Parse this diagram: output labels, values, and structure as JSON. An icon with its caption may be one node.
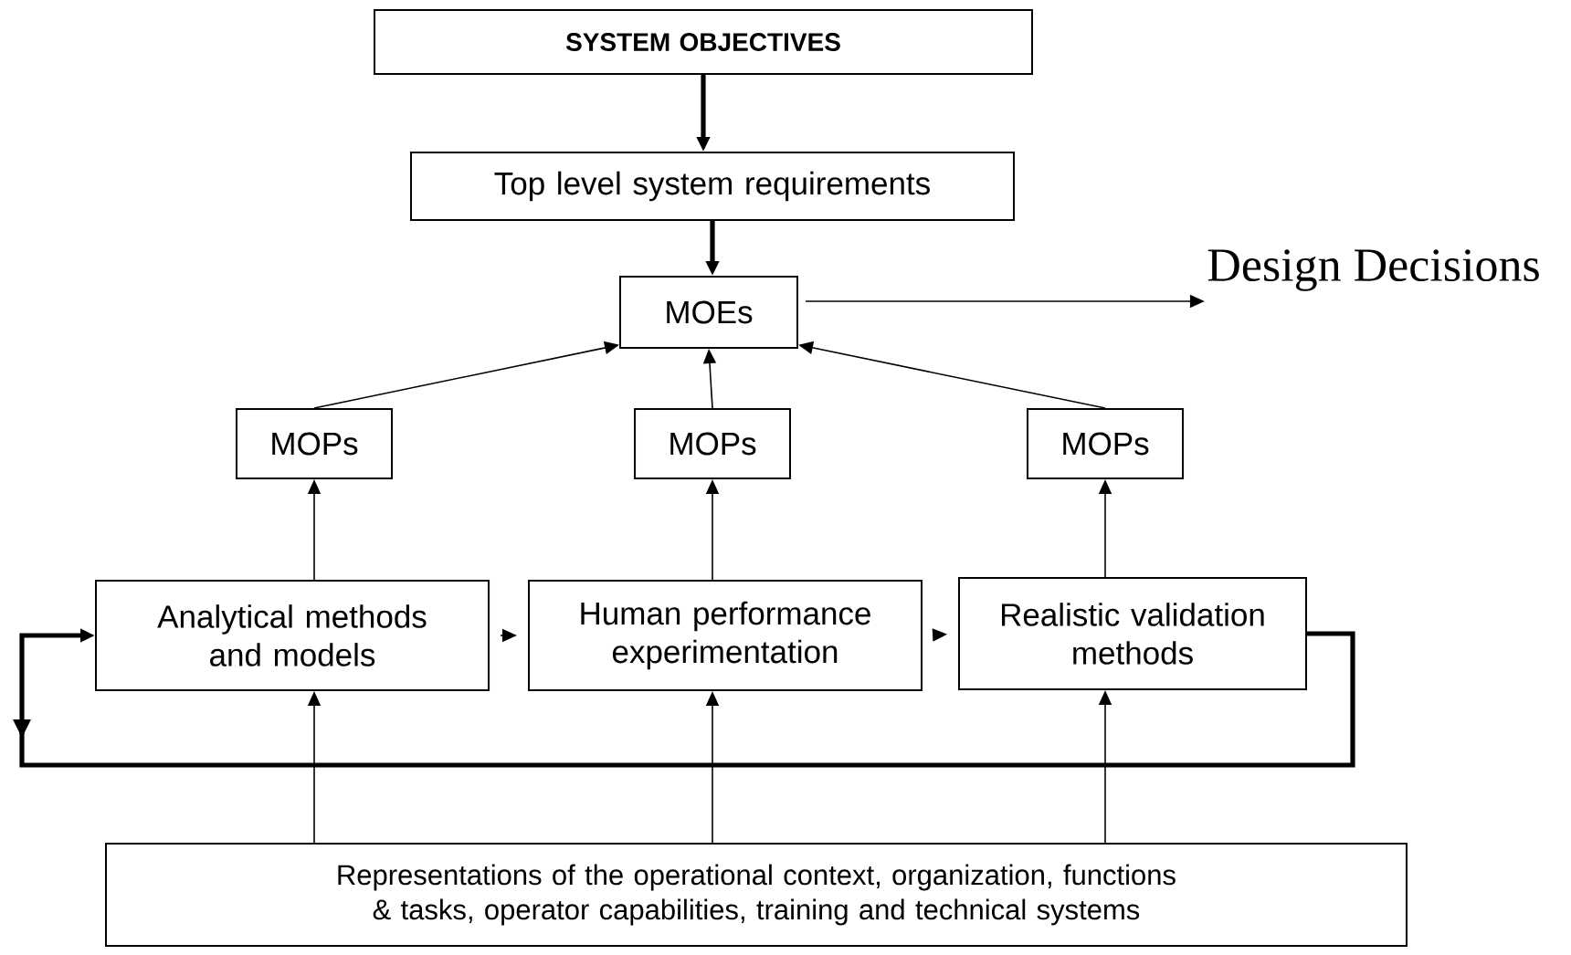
{
  "diagram": {
    "nodes": [
      {
        "text": [
          "SYSTEM OBJECTIVES"
        ]
      },
      {
        "text": [
          "Top level system requirements"
        ]
      },
      {
        "text": [
          "MOEs"
        ]
      },
      {
        "text": [
          "Design Decisions"
        ]
      },
      {
        "text": [
          "MOPs"
        ]
      },
      {
        "text": [
          "MOPs"
        ]
      },
      {
        "text": [
          "MOPs"
        ]
      },
      {
        "text": [
          "Analytical methods and models"
        ]
      },
      {
        "text": [
          "Human performance experimentation"
        ]
      },
      {
        "text": [
          "Realistic validation methods"
        ]
      },
      {
        "text": [
          "Representations of the operational context, organization, functions & tasks, operator capabilities, training and technical systems"
        ]
      }
    ],
    "edges": [
      {
        "from": 0,
        "to": 1,
        "arrow": "to",
        "style": "thick"
      },
      {
        "from": 1,
        "to": 2,
        "arrow": "to",
        "style": "thick"
      },
      {
        "from": 2,
        "to": 3,
        "arrow": "to"
      },
      {
        "from": 4,
        "to": 2,
        "arrow": "to"
      },
      {
        "from": 5,
        "to": 2,
        "arrow": "to"
      },
      {
        "from": 6,
        "to": 2,
        "arrow": "to"
      },
      {
        "from": 7,
        "to": 4,
        "arrow": "to"
      },
      {
        "from": 8,
        "to": 5,
        "arrow": "to"
      },
      {
        "from": 9,
        "to": 6,
        "arrow": "to"
      },
      {
        "from": 7,
        "to": 8,
        "arrow": "to"
      },
      {
        "from": 8,
        "to": 9,
        "arrow": "to"
      },
      {
        "from": 9,
        "to": 7,
        "arrow": "to",
        "style": "thick"
      },
      {
        "from": 10,
        "to": 7,
        "arrow": "to"
      },
      {
        "from": 10,
        "to": 8,
        "arrow": "to"
      },
      {
        "from": 10,
        "to": 9,
        "arrow": "to"
      }
    ]
  }
}
